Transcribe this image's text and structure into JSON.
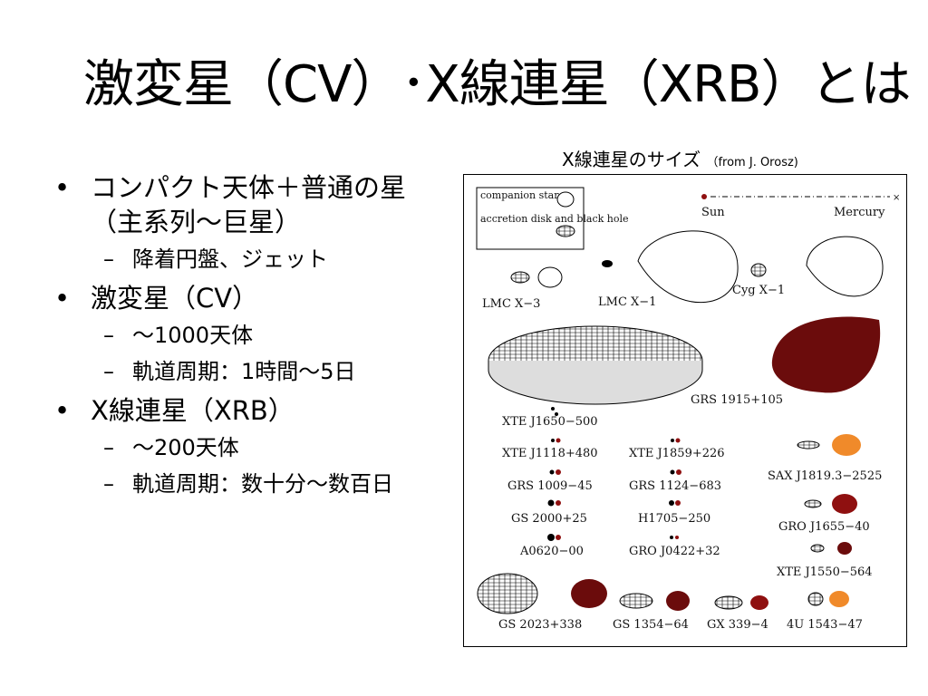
{
  "title": "激変星（CV）･X線連星（XRB）とは",
  "bullets": [
    {
      "text": "コンパクト天体＋普通の星（主系列〜巨星）",
      "subs": [
        "降着円盤、ジェット"
      ]
    },
    {
      "text": "激変星（CV）",
      "subs": [
        "〜1000天体",
        "軌道周期：1時間〜5日"
      ]
    },
    {
      "text": "X線連星（XRB）",
      "subs": [
        "〜200天体",
        "軌道周期：数十分〜数百日"
      ]
    }
  ],
  "figure": {
    "caption": "X線連星のサイズ",
    "source": "（from J. Orosz)",
    "legend": {
      "companion": "companion star",
      "accretion": "accretion disk and black hole"
    },
    "scale": {
      "sun": "Sun",
      "mercury": "Mercury"
    },
    "labels": {
      "lmcx3": "LMC X−3",
      "lmcx1": "LMC X−1",
      "cygx1": "Cyg X−1",
      "grs1915": "GRS 1915+105",
      "xte1650": "XTE J1650−500",
      "xte1118": "XTE J1118+480",
      "xte1859": "XTE J1859+226",
      "sax1819": "SAX J1819.3−2525",
      "grs1009": "GRS 1009−45",
      "grs1124": "GRS 1124−683",
      "gs2000": "GS 2000+25",
      "h1705": "H1705−250",
      "gro1655": "GRO J1655−40",
      "a0620": "A0620−00",
      "gro0422": "GRO J0422+32",
      "xte1550": "XTE J1550−564",
      "gs2023": "GS 2023+338",
      "gs1354": "GS 1354−64",
      "gx339": "GX 339−4",
      "4u1543": "4U 1543−47"
    },
    "colors": {
      "star_dark": "#6b0c0c",
      "star_red": "#8f1010",
      "star_orange": "#f08a2a"
    }
  }
}
